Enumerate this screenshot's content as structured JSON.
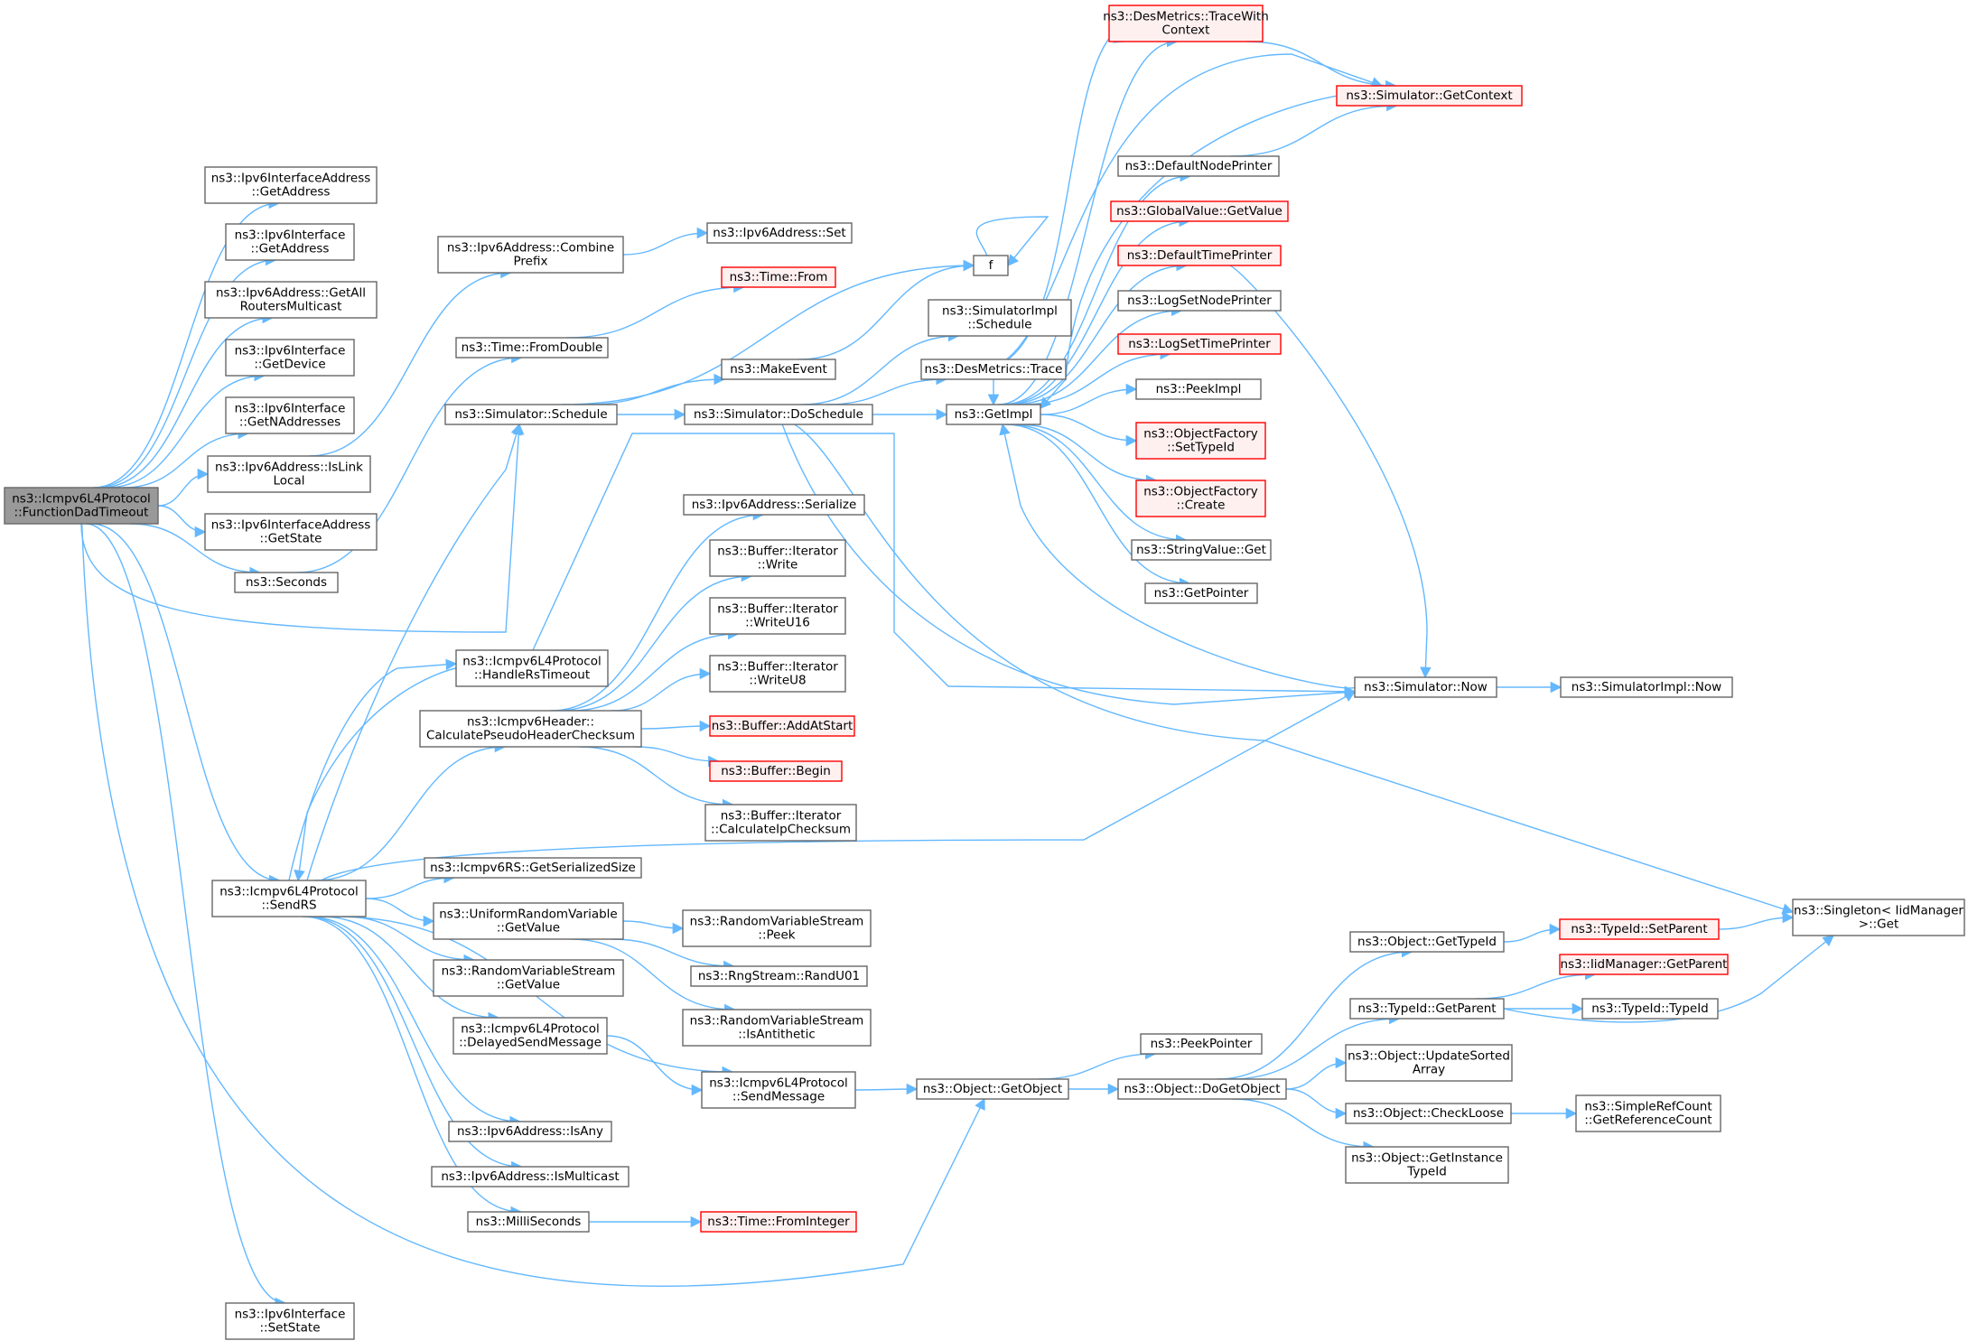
{
  "colors": {
    "edge": "#63b8ff",
    "node_border": "#666666",
    "truncated_border": "#ff0000",
    "truncated_fill": "#fff0f0",
    "root_fill": "#999999"
  },
  "nodes": [
    {
      "id": "root",
      "lines": [
        "ns3::Icmpv6L4Protocol",
        "::FunctionDadTimeout"
      ],
      "style": "root"
    },
    {
      "id": "ifaddr_getaddr",
      "lines": [
        "ns3::Ipv6InterfaceAddress",
        "::GetAddress"
      ],
      "style": "normal"
    },
    {
      "id": "iface_getaddr",
      "lines": [
        "ns3::Ipv6Interface",
        "::GetAddress"
      ],
      "style": "normal"
    },
    {
      "id": "getallrouters",
      "lines": [
        "ns3::Ipv6Address::GetAll",
        "RoutersMulticast"
      ],
      "style": "normal"
    },
    {
      "id": "iface_getdevice",
      "lines": [
        "ns3::Ipv6Interface",
        "::GetDevice"
      ],
      "style": "normal"
    },
    {
      "id": "iface_getn",
      "lines": [
        "ns3::Ipv6Interface",
        "::GetNAddresses"
      ],
      "style": "normal"
    },
    {
      "id": "islinklocal",
      "lines": [
        "ns3::Ipv6Address::IsLink",
        "Local"
      ],
      "style": "normal"
    },
    {
      "id": "ifaddr_getstate",
      "lines": [
        "ns3::Ipv6InterfaceAddress",
        "::GetState"
      ],
      "style": "normal"
    },
    {
      "id": "seconds",
      "lines": [
        "ns3::Seconds"
      ],
      "style": "normal"
    },
    {
      "id": "sendrs",
      "lines": [
        "ns3::Icmpv6L4Protocol",
        "::SendRS"
      ],
      "style": "normal"
    },
    {
      "id": "setstate",
      "lines": [
        "ns3::Ipv6Interface",
        "::SetState"
      ],
      "style": "normal"
    },
    {
      "id": "combineprefix",
      "lines": [
        "ns3::Ipv6Address::Combine",
        "Prefix"
      ],
      "style": "normal"
    },
    {
      "id": "addr_set",
      "lines": [
        "ns3::Ipv6Address::Set"
      ],
      "style": "normal"
    },
    {
      "id": "time_from",
      "lines": [
        "ns3::Time::From"
      ],
      "style": "red"
    },
    {
      "id": "fromdouble",
      "lines": [
        "ns3::Time::FromDouble"
      ],
      "style": "normal"
    },
    {
      "id": "f",
      "lines": [
        "f"
      ],
      "style": "normal"
    },
    {
      "id": "makeevent",
      "lines": [
        "ns3::MakeEvent"
      ],
      "style": "normal"
    },
    {
      "id": "sim_schedule",
      "lines": [
        "ns3::Simulator::Schedule"
      ],
      "style": "normal"
    },
    {
      "id": "doschedule",
      "lines": [
        "ns3::Simulator::DoSchedule"
      ],
      "style": "normal"
    },
    {
      "id": "simimpl_schedule",
      "lines": [
        "ns3::SimulatorImpl",
        "::Schedule"
      ],
      "style": "normal"
    },
    {
      "id": "desmetrics_trace",
      "lines": [
        "ns3::DesMetrics::Trace"
      ],
      "style": "normal"
    },
    {
      "id": "getimpl",
      "lines": [
        "ns3::GetImpl"
      ],
      "style": "normal"
    },
    {
      "id": "tracewithctx",
      "lines": [
        "ns3::DesMetrics::TraceWith",
        "Context"
      ],
      "style": "red"
    },
    {
      "id": "getcontext",
      "lines": [
        "ns3::Simulator::GetContext"
      ],
      "style": "red"
    },
    {
      "id": "defnodeprinter",
      "lines": [
        "ns3::DefaultNodePrinter"
      ],
      "style": "normal"
    },
    {
      "id": "globalvalue",
      "lines": [
        "ns3::GlobalValue::GetValue"
      ],
      "style": "red"
    },
    {
      "id": "deftimeprinter",
      "lines": [
        "ns3::DefaultTimePrinter"
      ],
      "style": "red"
    },
    {
      "id": "logsetnode",
      "lines": [
        "ns3::LogSetNodePrinter"
      ],
      "style": "normal"
    },
    {
      "id": "logsettime",
      "lines": [
        "ns3::LogSetTimePrinter"
      ],
      "style": "red"
    },
    {
      "id": "peekimpl",
      "lines": [
        "ns3::PeekImpl"
      ],
      "style": "normal"
    },
    {
      "id": "of_settypeid",
      "lines": [
        "ns3::ObjectFactory",
        "::SetTypeId"
      ],
      "style": "red"
    },
    {
      "id": "of_create",
      "lines": [
        "ns3::ObjectFactory",
        "::Create"
      ],
      "style": "red"
    },
    {
      "id": "stringvalue",
      "lines": [
        "ns3::StringValue::Get"
      ],
      "style": "normal"
    },
    {
      "id": "getpointer",
      "lines": [
        "ns3::GetPointer"
      ],
      "style": "normal"
    },
    {
      "id": "sim_now",
      "lines": [
        "ns3::Simulator::Now"
      ],
      "style": "normal"
    },
    {
      "id": "simimpl_now",
      "lines": [
        "ns3::SimulatorImpl::Now"
      ],
      "style": "normal"
    },
    {
      "id": "serialize",
      "lines": [
        "ns3::Ipv6Address::Serialize"
      ],
      "style": "normal"
    },
    {
      "id": "it_write",
      "lines": [
        "ns3::Buffer::Iterator",
        "::Write"
      ],
      "style": "normal"
    },
    {
      "id": "it_write16",
      "lines": [
        "ns3::Buffer::Iterator",
        "::WriteU16"
      ],
      "style": "normal"
    },
    {
      "id": "it_write8",
      "lines": [
        "ns3::Buffer::Iterator",
        "::WriteU8"
      ],
      "style": "normal"
    },
    {
      "id": "handlerstimeout",
      "lines": [
        "ns3::Icmpv6L4Protocol",
        "::HandleRsTimeout"
      ],
      "style": "normal"
    },
    {
      "id": "calcpseudo",
      "lines": [
        "ns3::Icmpv6Header::",
        "CalculatePseudoHeaderChecksum"
      ],
      "style": "normal"
    },
    {
      "id": "addatstart",
      "lines": [
        "ns3::Buffer::AddAtStart"
      ],
      "style": "red"
    },
    {
      "id": "buf_begin",
      "lines": [
        "ns3::Buffer::Begin"
      ],
      "style": "red"
    },
    {
      "id": "calcipck",
      "lines": [
        "ns3::Buffer::Iterator",
        "::CalculateIpChecksum"
      ],
      "style": "normal"
    },
    {
      "id": "rs_getsize",
      "lines": [
        "ns3::Icmpv6RS::GetSerializedSize"
      ],
      "style": "normal"
    },
    {
      "id": "urv_getvalue",
      "lines": [
        "ns3::UniformRandomVariable",
        "::GetValue"
      ],
      "style": "normal"
    },
    {
      "id": "rvs_peek",
      "lines": [
        "ns3::RandomVariableStream",
        "::Peek"
      ],
      "style": "normal"
    },
    {
      "id": "randu01",
      "lines": [
        "ns3::RngStream::RandU01"
      ],
      "style": "normal"
    },
    {
      "id": "rvs_getvalue",
      "lines": [
        "ns3::RandomVariableStream",
        "::GetValue"
      ],
      "style": "normal"
    },
    {
      "id": "isantithetic",
      "lines": [
        "ns3::RandomVariableStream",
        "::IsAntithetic"
      ],
      "style": "normal"
    },
    {
      "id": "delayedsend",
      "lines": [
        "ns3::Icmpv6L4Protocol",
        "::DelayedSendMessage"
      ],
      "style": "normal"
    },
    {
      "id": "sendmessage",
      "lines": [
        "ns3::Icmpv6L4Protocol",
        "::SendMessage"
      ],
      "style": "normal"
    },
    {
      "id": "isany",
      "lines": [
        "ns3::Ipv6Address::IsAny"
      ],
      "style": "normal"
    },
    {
      "id": "ismulticast",
      "lines": [
        "ns3::Ipv6Address::IsMulticast"
      ],
      "style": "normal"
    },
    {
      "id": "milliseconds",
      "lines": [
        "ns3::MilliSeconds"
      ],
      "style": "normal"
    },
    {
      "id": "frominteger",
      "lines": [
        "ns3::Time::FromInteger"
      ],
      "style": "red"
    },
    {
      "id": "getobject",
      "lines": [
        "ns3::Object::GetObject"
      ],
      "style": "normal"
    },
    {
      "id": "peekpointer",
      "lines": [
        "ns3::PeekPointer"
      ],
      "style": "normal"
    },
    {
      "id": "dogetobject",
      "lines": [
        "ns3::Object::DoGetObject"
      ],
      "style": "normal"
    },
    {
      "id": "obj_gettypeid",
      "lines": [
        "ns3::Object::GetTypeId"
      ],
      "style": "normal"
    },
    {
      "id": "tid_setparent",
      "lines": [
        "ns3::TypeId::SetParent"
      ],
      "style": "red"
    },
    {
      "id": "singleton",
      "lines": [
        "ns3::Singleton< IidManager",
        ">::Get"
      ],
      "style": "normal"
    },
    {
      "id": "iid_getparent",
      "lines": [
        "ns3::IidManager::GetParent"
      ],
      "style": "red"
    },
    {
      "id": "tid_getparent",
      "lines": [
        "ns3::TypeId::GetParent"
      ],
      "style": "normal"
    },
    {
      "id": "tid_typeid",
      "lines": [
        "ns3::TypeId::TypeId"
      ],
      "style": "normal"
    },
    {
      "id": "updatesorted",
      "lines": [
        "ns3::Object::UpdateSorted",
        "Array"
      ],
      "style": "normal"
    },
    {
      "id": "checkloose",
      "lines": [
        "ns3::Object::CheckLoose"
      ],
      "style": "normal"
    },
    {
      "id": "getrefcount",
      "lines": [
        "ns3::SimpleRefCount",
        "::GetReferenceCount"
      ],
      "style": "normal"
    },
    {
      "id": "getinstancetid",
      "lines": [
        "ns3::Object::GetInstance",
        "TypeId"
      ],
      "style": "normal"
    }
  ],
  "edges": [
    [
      "root",
      "ifaddr_getaddr"
    ],
    [
      "root",
      "iface_getaddr"
    ],
    [
      "root",
      "getallrouters"
    ],
    [
      "root",
      "iface_getdevice"
    ],
    [
      "root",
      "iface_getn"
    ],
    [
      "root",
      "islinklocal"
    ],
    [
      "root",
      "ifaddr_getstate"
    ],
    [
      "root",
      "seconds"
    ],
    [
      "root",
      "sim_schedule"
    ],
    [
      "root",
      "sendrs"
    ],
    [
      "root",
      "getobject"
    ],
    [
      "root",
      "setstate"
    ],
    [
      "islinklocal",
      "combineprefix"
    ],
    [
      "combineprefix",
      "addr_set"
    ],
    [
      "seconds",
      "fromdouble"
    ],
    [
      "fromdouble",
      "time_from"
    ],
    [
      "sim_schedule",
      "f"
    ],
    [
      "sim_schedule",
      "makeevent"
    ],
    [
      "sim_schedule",
      "doschedule"
    ],
    [
      "makeevent",
      "f"
    ],
    [
      "f",
      "f"
    ],
    [
      "doschedule",
      "simimpl_schedule"
    ],
    [
      "doschedule",
      "desmetrics_trace"
    ],
    [
      "doschedule",
      "getimpl"
    ],
    [
      "doschedule",
      "sim_now"
    ],
    [
      "doschedule",
      "singleton"
    ],
    [
      "desmetrics_trace",
      "tracewithctx"
    ],
    [
      "desmetrics_trace",
      "getcontext"
    ],
    [
      "desmetrics_trace",
      "getimpl"
    ],
    [
      "tracewithctx",
      "getcontext"
    ],
    [
      "defnodeprinter",
      "getcontext"
    ],
    [
      "getcontext",
      "getimpl"
    ],
    [
      "getimpl",
      "tracewithctx"
    ],
    [
      "getimpl",
      "defnodeprinter"
    ],
    [
      "getimpl",
      "globalvalue"
    ],
    [
      "getimpl",
      "deftimeprinter"
    ],
    [
      "getimpl",
      "logsetnode"
    ],
    [
      "getimpl",
      "logsettime"
    ],
    [
      "getimpl",
      "peekimpl"
    ],
    [
      "getimpl",
      "of_settypeid"
    ],
    [
      "getimpl",
      "of_create"
    ],
    [
      "getimpl",
      "stringvalue"
    ],
    [
      "getimpl",
      "getpointer"
    ],
    [
      "deftimeprinter",
      "sim_now"
    ],
    [
      "sim_now",
      "getimpl"
    ],
    [
      "sim_now",
      "simimpl_now"
    ],
    [
      "sendrs",
      "handlerstimeout"
    ],
    [
      "sendrs",
      "calcpseudo"
    ],
    [
      "sendrs",
      "sim_schedule"
    ],
    [
      "sendrs",
      "sim_now"
    ],
    [
      "sendrs",
      "rs_getsize"
    ],
    [
      "sendrs",
      "urv_getvalue"
    ],
    [
      "sendrs",
      "rvs_getvalue"
    ],
    [
      "sendrs",
      "delayedsend"
    ],
    [
      "sendrs",
      "sendmessage"
    ],
    [
      "sendrs",
      "isany"
    ],
    [
      "sendrs",
      "ismulticast"
    ],
    [
      "sendrs",
      "milliseconds"
    ],
    [
      "handlerstimeout",
      "sendrs"
    ],
    [
      "handlerstimeout",
      "sim_now"
    ],
    [
      "calcpseudo",
      "serialize"
    ],
    [
      "calcpseudo",
      "it_write"
    ],
    [
      "calcpseudo",
      "it_write16"
    ],
    [
      "calcpseudo",
      "it_write8"
    ],
    [
      "calcpseudo",
      "addatstart"
    ],
    [
      "calcpseudo",
      "buf_begin"
    ],
    [
      "calcpseudo",
      "calcipck"
    ],
    [
      "urv_getvalue",
      "rvs_peek"
    ],
    [
      "urv_getvalue",
      "randu01"
    ],
    [
      "urv_getvalue",
      "isantithetic"
    ],
    [
      "delayedsend",
      "sendmessage"
    ],
    [
      "sendmessage",
      "getobject"
    ],
    [
      "milliseconds",
      "frominteger"
    ],
    [
      "getobject",
      "peekpointer"
    ],
    [
      "getobject",
      "dogetobject"
    ],
    [
      "dogetobject",
      "obj_gettypeid"
    ],
    [
      "dogetobject",
      "tid_getparent"
    ],
    [
      "dogetobject",
      "updatesorted"
    ],
    [
      "dogetobject",
      "checkloose"
    ],
    [
      "dogetobject",
      "getinstancetid"
    ],
    [
      "obj_gettypeid",
      "tid_setparent"
    ],
    [
      "tid_setparent",
      "singleton"
    ],
    [
      "tid_getparent",
      "iid_getparent"
    ],
    [
      "tid_getparent",
      "tid_typeid"
    ],
    [
      "tid_getparent",
      "singleton"
    ],
    [
      "checkloose",
      "getrefcount"
    ]
  ]
}
